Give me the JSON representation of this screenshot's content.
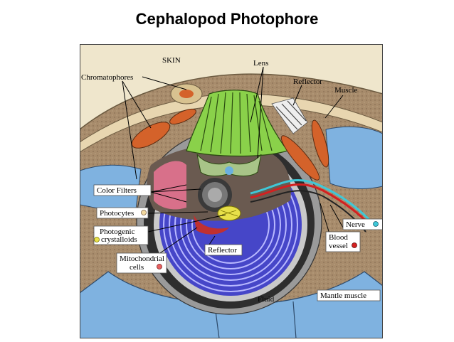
{
  "title": "Cephalopod Photophore",
  "labels": {
    "skin": "SKIN",
    "chromatophores": "Chromatophores",
    "lens": "Lens",
    "reflector_top": "Reflector",
    "muscle": "Muscle",
    "color_filters": "Color Filters",
    "photocytes": "Photocytes",
    "photogenic_1": "Photogenic",
    "photogenic_2": "crystalloids",
    "mito_1": "Mitochondrial",
    "mito_2": "cells",
    "reflector_bottom": "Reflector",
    "nerve": "Nerve",
    "blood_1": "Blood",
    "blood_2": "vessel",
    "fluid": "Fluid",
    "mantle_muscle": "Mantle muscle"
  },
  "colors": {
    "skin": "#efe6cc",
    "tissue": "#a68a6a",
    "lens": "#8ad14a",
    "reflector": "#5b5bd6",
    "fluid": "#7fb2e0",
    "chromatophore": "#d4622a",
    "nerve": "#3ec8d8",
    "blood": "#d42020",
    "photocyte_dot": "#f2d9a0",
    "crystalloid_dot": "#e8e04a",
    "mito_dot": "#e86060"
  }
}
